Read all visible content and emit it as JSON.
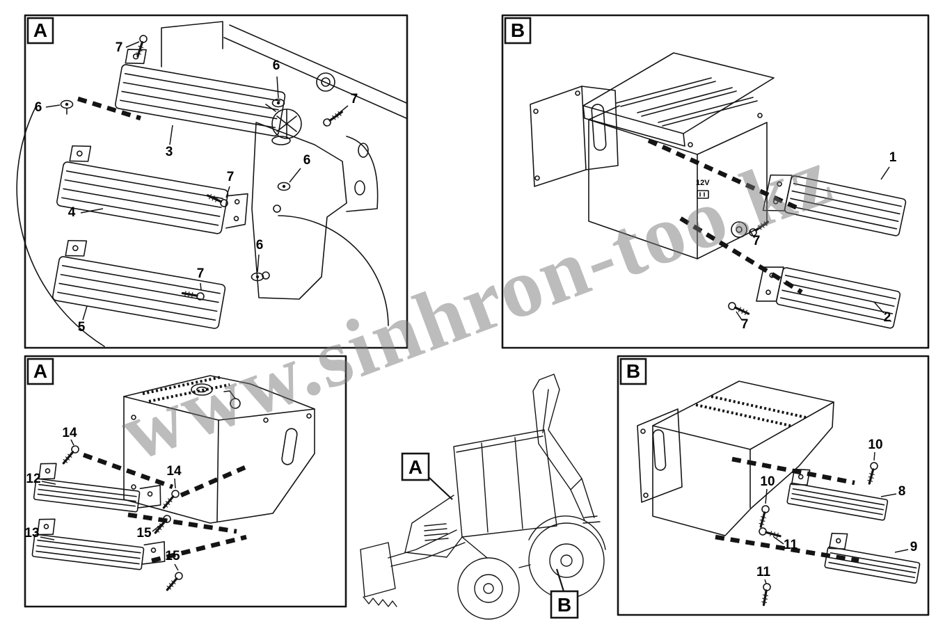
{
  "watermark": {
    "text": "www.sinhron-too.kz"
  },
  "panel_top_left": {
    "label": "A",
    "parts": {
      "p7_top": "7",
      "p6_left": "6",
      "p3": "3",
      "p6_mid": "6",
      "p7_right": "7",
      "p6_right": "6",
      "p7_mid": "7",
      "p4": "4",
      "p6_low": "6",
      "p7_low": "7",
      "p5": "5"
    }
  },
  "panel_top_right": {
    "label": "B",
    "marking": "12V",
    "parts": {
      "p1": "1",
      "p7_mid": "7",
      "p2": "2",
      "p7_low": "7"
    }
  },
  "panel_bottom_left": {
    "label": "A",
    "parts": {
      "p14_top": "14",
      "p12": "12",
      "p14_mid": "14",
      "p13": "13",
      "p15_mid": "15",
      "p15_low": "15"
    }
  },
  "panel_bottom_right": {
    "label": "B",
    "parts": {
      "p10_top": "10",
      "p10_mid": "10",
      "p8": "8",
      "p11_mid": "11",
      "p9": "9",
      "p11_low": "11"
    }
  },
  "vehicle": {
    "label_a": "A",
    "label_b": "B"
  }
}
